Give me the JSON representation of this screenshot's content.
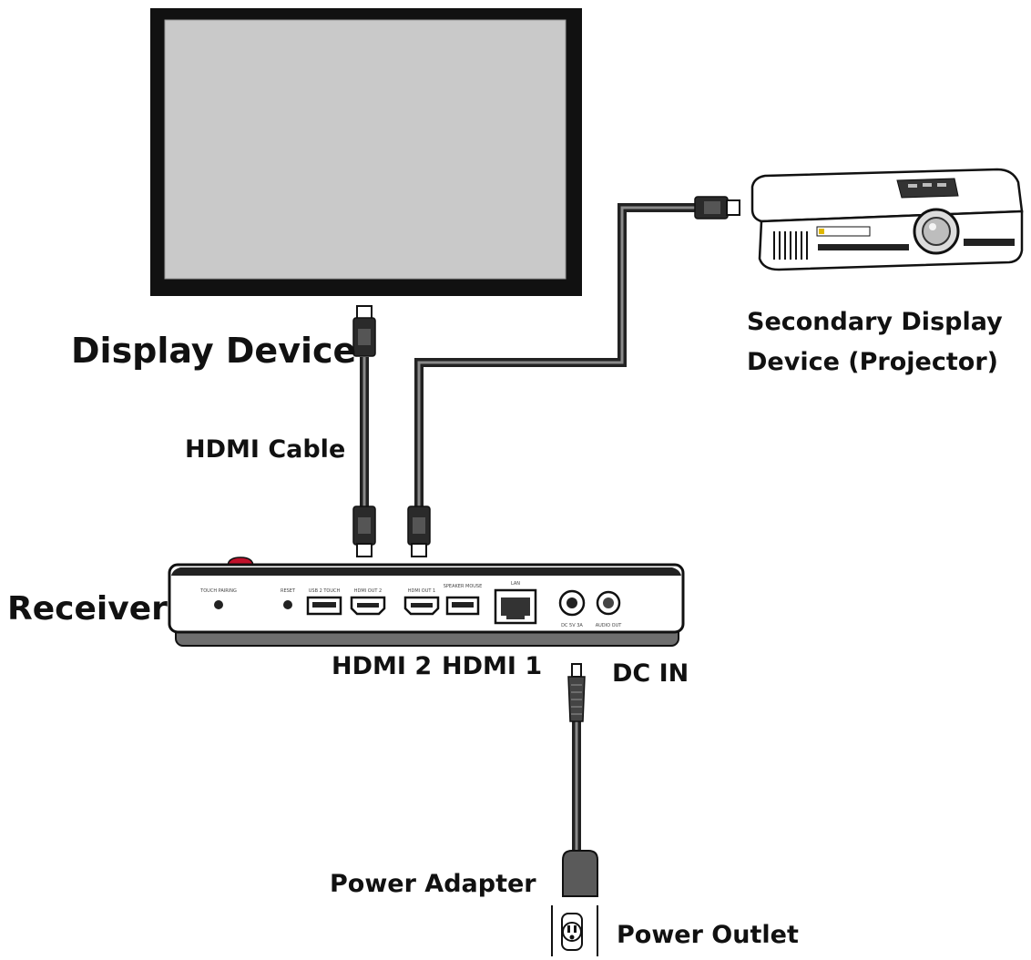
{
  "labels": {
    "display_device": "Display Device",
    "secondary_display_line1": "Secondary Display",
    "secondary_display_line2": "Device (Projector)",
    "hdmi_cable": "HDMI Cable",
    "receiver": "Receiver",
    "hdmi2": "HDMI 2",
    "hdmi1": "HDMI 1",
    "dc_in": "DC IN",
    "power_adapter": "Power Adapter",
    "power_outlet": "Power Outlet"
  },
  "receiver_ports": {
    "touch_pairing": "TOUCH PAIRING",
    "reset": "RESET",
    "usb_touch": "USB 2 TOUCH",
    "hdmi_out_2": "HDMI OUT 2",
    "hdmi_out_1": "HDMI OUT 1",
    "speaker_mouse": "SPEAKER MOUSE",
    "lan": "LAN",
    "dc_power": "DC 5V 3A",
    "audio_out": "AUDIO OUT"
  }
}
